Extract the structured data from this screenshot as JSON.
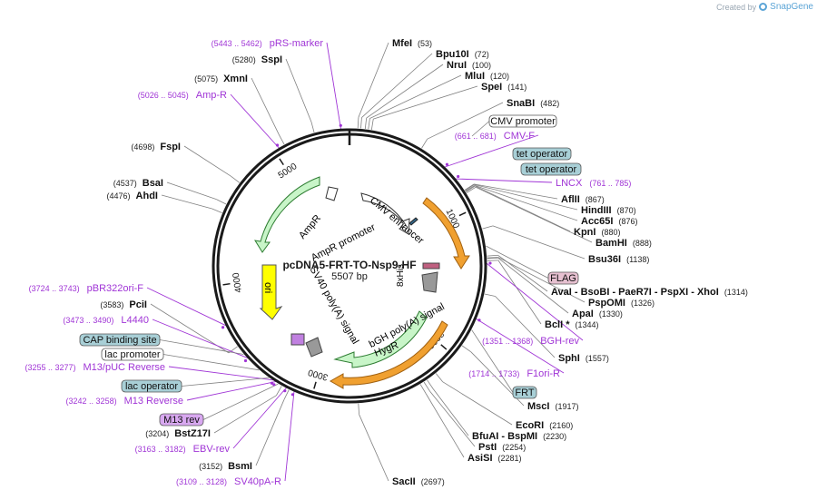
{
  "app": {
    "credit_prefix": "Created by",
    "credit_brand": "SnapGene"
  },
  "plasmid": {
    "name": "pcDNA5-FRT-TO-Nsp9-HF",
    "size_label": "5507 bp",
    "total_bp": 5507
  },
  "ticks": [
    "1000",
    "2000",
    "3000",
    "4000",
    "5000"
  ],
  "features": [
    {
      "label": "CMV enhancer"
    },
    {
      "label": "AmpR"
    },
    {
      "label": "AmpR promoter"
    },
    {
      "label": "ori"
    },
    {
      "label": "SV40 poly(A) signal"
    },
    {
      "label": "bGH poly(A) signal"
    },
    {
      "label": "HygR"
    },
    {
      "label": "8xHis"
    }
  ],
  "sites": [
    {
      "name": "MfeI",
      "pos": "(53)"
    },
    {
      "name": "Bpu10I",
      "pos": "(72)"
    },
    {
      "name": "NruI",
      "pos": "(100)"
    },
    {
      "name": "MluI",
      "pos": "(120)"
    },
    {
      "name": "SpeI",
      "pos": "(141)"
    },
    {
      "name": "SnaBI",
      "pos": "(482)"
    },
    {
      "name": "AflII",
      "pos": "(867)"
    },
    {
      "name": "HindIII",
      "pos": "(870)"
    },
    {
      "name": "Acc65I",
      "pos": "(876)"
    },
    {
      "name": "KpnI",
      "pos": "(880)"
    },
    {
      "name": "BamHI",
      "pos": "(888)"
    },
    {
      "name": "Bsu36I",
      "pos": "(1138)"
    },
    {
      "name": "AvaI  - BsoBI  - PaeR7I  - PspXI  - XhoI",
      "pos": "(1314)"
    },
    {
      "name": "PspOMI",
      "pos": "(1326)"
    },
    {
      "name": "ApaI",
      "pos": "(1330)"
    },
    {
      "name": "BclI *",
      "pos": "(1344)"
    },
    {
      "name": "SphI",
      "pos": "(1557)"
    },
    {
      "name": "MscI",
      "pos": "(1917)"
    },
    {
      "name": "EcoRI",
      "pos": "(2160)"
    },
    {
      "name": "BfuAI  - BspMI",
      "pos": "(2230)"
    },
    {
      "name": "PstI",
      "pos": "(2254)"
    },
    {
      "name": "AsiSI",
      "pos": "(2281)"
    },
    {
      "name": "SacII",
      "pos": "(2697)"
    },
    {
      "name": "BsmI",
      "pos": "(3152)"
    },
    {
      "name": "BstZ17I",
      "pos": "(3204)"
    },
    {
      "name": "PciI",
      "pos": "(3583)"
    },
    {
      "name": "AhdI",
      "pos": "(4476)"
    },
    {
      "name": "BsaI",
      "pos": "(4537)"
    },
    {
      "name": "FspI",
      "pos": "(4698)"
    },
    {
      "name": "XmnI",
      "pos": "(5075)"
    },
    {
      "name": "SspI",
      "pos": "(5280)"
    }
  ],
  "primers": [
    {
      "name": "pRS-marker",
      "range": "(5443 .. 5462)"
    },
    {
      "name": "Amp-R",
      "range": "(5026 .. 5045)"
    },
    {
      "name": "CMV-F",
      "range": "(661 .. 681)"
    },
    {
      "name": "LNCX",
      "range": "(761 .. 785)"
    },
    {
      "name": "BGH-rev",
      "range": "(1351 .. 1368)"
    },
    {
      "name": "F1ori-R",
      "range": "(1714 .. 1733)"
    },
    {
      "name": "pBR322ori-F",
      "range": "(3724 .. 3743)"
    },
    {
      "name": "L4440",
      "range": "(3473 .. 3490)"
    },
    {
      "name": "M13/pUC Reverse",
      "range": "(3255 .. 3277)"
    },
    {
      "name": "M13 Reverse",
      "range": "(3242 .. 3258)"
    },
    {
      "name": "EBV-rev",
      "range": "(3163 .. 3182)"
    },
    {
      "name": "SV40pA-R",
      "range": "(3109 .. 3128)"
    }
  ],
  "boxes": [
    {
      "label": "CMV promoter",
      "kind": "white"
    },
    {
      "label": "tet operator",
      "kind": "teal"
    },
    {
      "label": "tet operator",
      "kind": "teal"
    },
    {
      "label": "FLAG",
      "kind": "pink"
    },
    {
      "label": "FRT",
      "kind": "teal"
    },
    {
      "label": "CAP binding site",
      "kind": "teal"
    },
    {
      "label": "lac promoter",
      "kind": "white"
    },
    {
      "label": "lac operator",
      "kind": "teal"
    },
    {
      "label": "M13 rev",
      "kind": "purple"
    }
  ],
  "colors": {
    "backbone": "#1a1a1a",
    "site_line": "#808080",
    "primer": "#a035d6",
    "primer_text": "#a035d6",
    "site_pos_text": "#222222",
    "feature_green": "#c8f5c8",
    "feature_green_stroke": "#2e7d32",
    "ori_yellow": "#ffff00",
    "orange": "#f0a030",
    "teal_box": "#a8cfd6",
    "pink_box": "#e6c0d0",
    "purple_box": "#d8a8f0"
  }
}
